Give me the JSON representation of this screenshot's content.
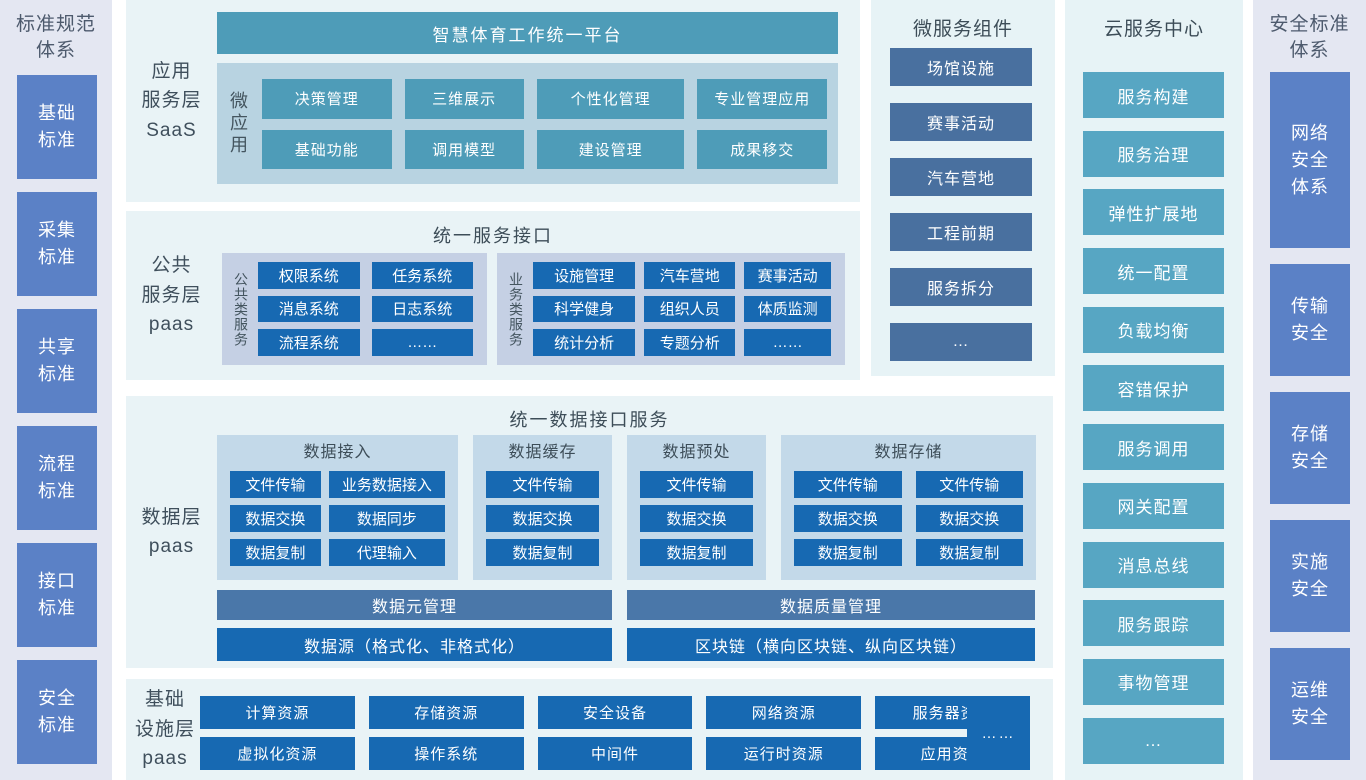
{
  "colors": {
    "teal": "#4e9cb8",
    "dark_blue": "#1769b2",
    "slate_blue": "#4a77a9",
    "periwinkle": "#5b81c6",
    "micro_box": "#49709f",
    "cloud_box": "#57a6c3",
    "side_bg": "#e4e7f2",
    "section_bg": "#e9f3f6"
  },
  "left_column": {
    "title": "标准规范\n体系",
    "items": [
      "基础\n标准",
      "采集\n标准",
      "共享\n标准",
      "流程\n标准",
      "接口\n标准",
      "安全\n标准"
    ]
  },
  "saas_layer": {
    "label": "应用\n服务层\nSaaS",
    "banner": "智慧体育工作统一平台",
    "micro_label": "微应用",
    "apps": [
      "决策管理",
      "三维展示",
      "个性化管理",
      "专业管理应用",
      "基础功能",
      "调用模型",
      "建设管理",
      "成果移交"
    ]
  },
  "public_service_layer": {
    "label": "公共\n服务层\npaas",
    "title": "统一服务接口",
    "public_group": {
      "label": "公共类服务",
      "items": [
        "权限系统",
        "任务系统",
        "消息系统",
        "日志系统",
        "流程系统",
        "……"
      ]
    },
    "business_group": {
      "label": "业务类服务",
      "items": [
        "设施管理",
        "汽车营地",
        "赛事活动",
        "科学健身",
        "组织人员",
        "体质监测",
        "统计分析",
        "专题分析",
        "……"
      ]
    }
  },
  "data_layer": {
    "label": "数据层\npaas",
    "title": "统一数据接口服务",
    "group_access": {
      "title": "数据接入",
      "items": [
        "文件传输",
        "业务数据接入",
        "数据交换",
        "数据同步",
        "数据复制",
        "代理输入"
      ]
    },
    "group_cache": {
      "title": "数据缓存",
      "items": [
        "文件传输",
        "数据交换",
        "数据复制"
      ]
    },
    "group_preprocess": {
      "title": "数据预处",
      "items": [
        "文件传输",
        "数据交换",
        "数据复制"
      ]
    },
    "group_storage": {
      "title": "数据存储",
      "items": [
        "文件传输",
        "文件传输",
        "数据交换",
        "数据交换",
        "数据复制",
        "数据复制"
      ]
    },
    "meta_bar": "数据元管理",
    "quality_bar": "数据质量管理",
    "source_bar": "数据源（格式化、非格式化）",
    "blockchain_bar": "区块链（横向区块链、纵向区块链）"
  },
  "infra_layer": {
    "label": "基础\n设施层\npaas",
    "row1": [
      "计算资源",
      "存储资源",
      "安全设备",
      "网络资源",
      "服务器资源"
    ],
    "row2": [
      "虚拟化资源",
      "操作系统",
      "中间件",
      "运行时资源",
      "应用资源"
    ],
    "more": "……"
  },
  "microservices_column": {
    "title": "微服务组件",
    "items": [
      "场馆设施",
      "赛事活动",
      "汽车营地",
      "工程前期",
      "服务拆分",
      "…"
    ]
  },
  "cloud_column": {
    "title": "云服务中心",
    "items": [
      "服务构建",
      "服务治理",
      "弹性扩展地",
      "统一配置",
      "负载均衡",
      "容错保护",
      "服务调用",
      "网关配置",
      "消息总线",
      "服务跟踪",
      "事物管理",
      "…"
    ]
  },
  "right_column": {
    "title": "安全标准\n体系",
    "items": [
      "网络\n安全\n体系",
      "传输\n安全",
      "存储\n安全",
      "实施\n安全",
      "运维\n安全"
    ]
  }
}
